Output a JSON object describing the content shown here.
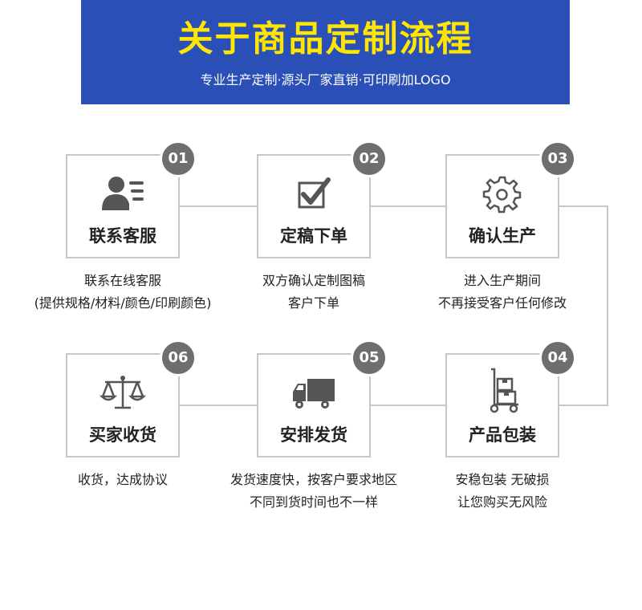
{
  "banner": {
    "title": "关于商品定制流程",
    "subtitle": "专业生产定制·源头厂家直销·可印刷加LOGO",
    "background_color": "#2a4fb7",
    "title_color": "#ffe600"
  },
  "steps": [
    {
      "number": "01",
      "label": "联系客服",
      "icon": "customer-service-icon",
      "lines": [
        "联系在线客服",
        "(提供规格/材料/颜色/印刷颜色)"
      ]
    },
    {
      "number": "02",
      "label": "定稿下单",
      "icon": "checkbox-icon",
      "lines": [
        "双方确认定制图稿",
        "客户下单"
      ]
    },
    {
      "number": "03",
      "label": "确认生产",
      "icon": "gear-icon",
      "lines": [
        "进入生产期间",
        "不再接受客户任何修改"
      ]
    },
    {
      "number": "04",
      "label": "产品包装",
      "icon": "hand-truck-icon",
      "lines": [
        "安稳包装 无破损",
        "让您购买无风险"
      ]
    },
    {
      "number": "05",
      "label": "安排发货",
      "icon": "delivery-truck-icon",
      "lines": [
        "发货速度快，按客户要求地区",
        "不同到货时间也不一样"
      ]
    },
    {
      "number": "06",
      "label": "买家收货",
      "icon": "scales-icon",
      "lines": [
        "收货，达成协议"
      ]
    }
  ],
  "colors": {
    "border": "#c7c7c7",
    "badge": "#6e6e6e",
    "icon": "#555555"
  }
}
